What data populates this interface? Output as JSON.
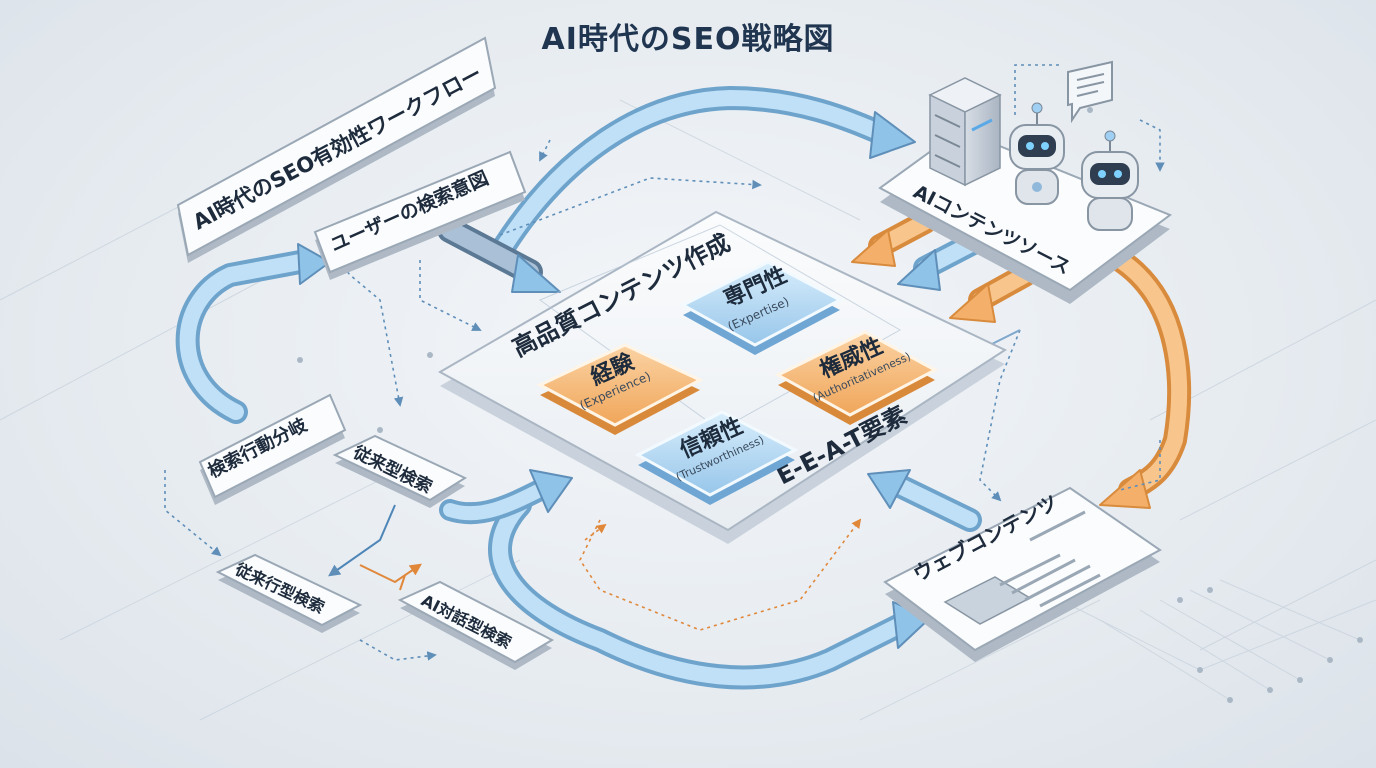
{
  "title": "AI時代のSEO戦略図",
  "workflow_title": "AI時代のSEO有効性ワークフロー",
  "nodes": {
    "user_intent": "ユーザーの検索意図",
    "search_branch": "検索行動分岐",
    "traditional_1": "従来型検索",
    "traditional_2": "従来行型検索",
    "ai_search": "AI対話型検索",
    "ai_source": "AIコンテンツソース",
    "web_content": "ウェブコンテンツ",
    "platform": "高品質コンテンツ作成",
    "eeat": "E-E-A-T要素"
  },
  "eeat_tiles": [
    {
      "jp": "経験",
      "en": "(Experience)",
      "color": "#f4b06a"
    },
    {
      "jp": "専門性",
      "en": "(Expertise)",
      "color": "#a9d3f2"
    },
    {
      "jp": "権威性",
      "en": "(Authoritativeness)",
      "color": "#f4b06a"
    },
    {
      "jp": "信頼性",
      "en": "(Trustworthiness)",
      "color": "#a9d3f2"
    }
  ],
  "colors": {
    "blue_arrow": "#8fc3e8",
    "orange_arrow": "#efab5e",
    "panel": "#f4f6f9",
    "title": "#1f3550"
  },
  "icons": [
    "server-icon",
    "robot-icon",
    "chat-bubble-icon",
    "document-icon"
  ]
}
